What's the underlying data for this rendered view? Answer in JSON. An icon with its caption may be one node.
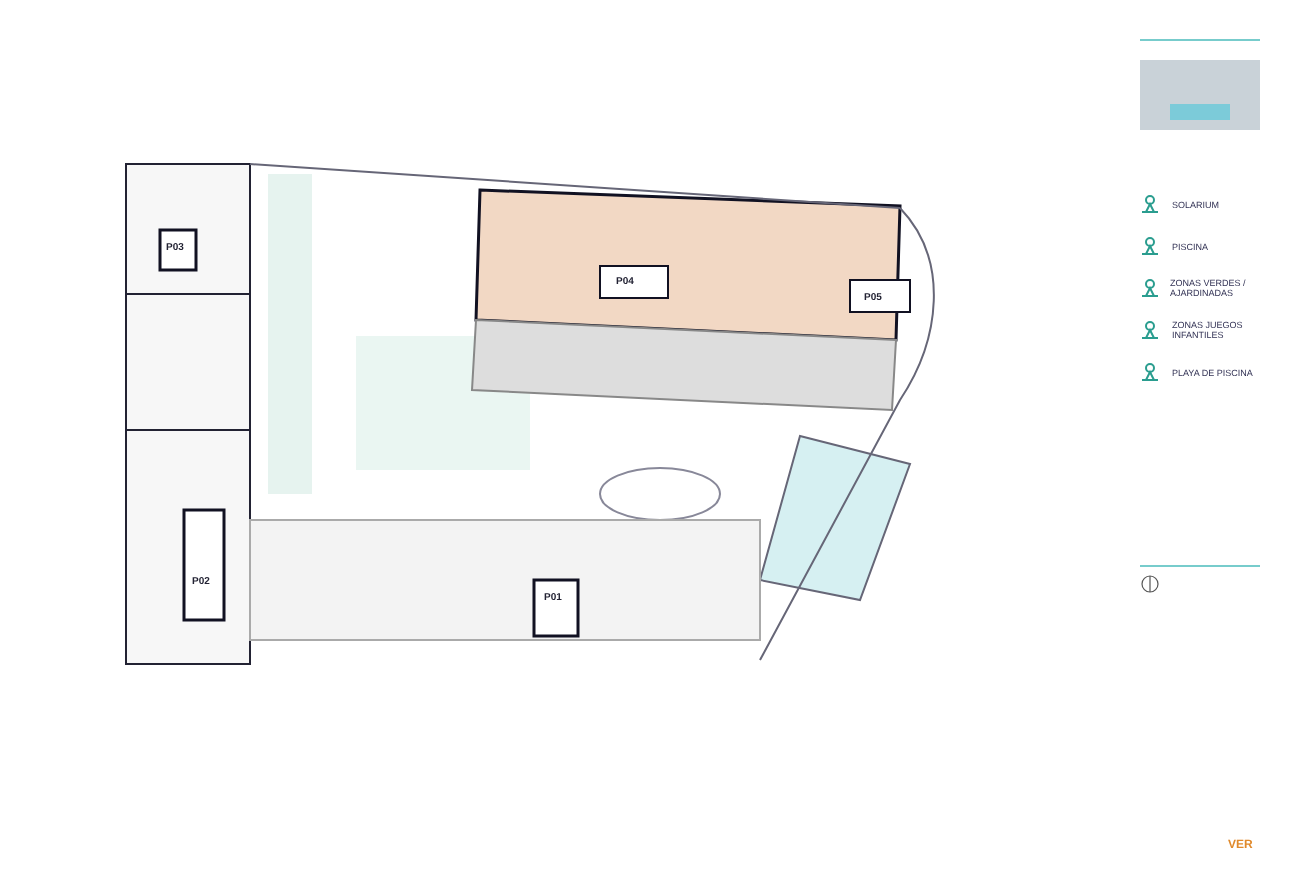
{
  "diagram": {
    "labels": [
      "P03",
      "P02",
      "P01",
      "P04",
      "P05",
      "VER"
    ],
    "legend": [
      {
        "text": "SOLARIUM"
      },
      {
        "text": "PISCINA"
      },
      {
        "text": "ZONAS VERDES / AJARDINADAS"
      },
      {
        "text": "ZONAS JUEGOS INFANTILES"
      },
      {
        "text": "PLAYA DE PISCINA"
      }
    ]
  }
}
